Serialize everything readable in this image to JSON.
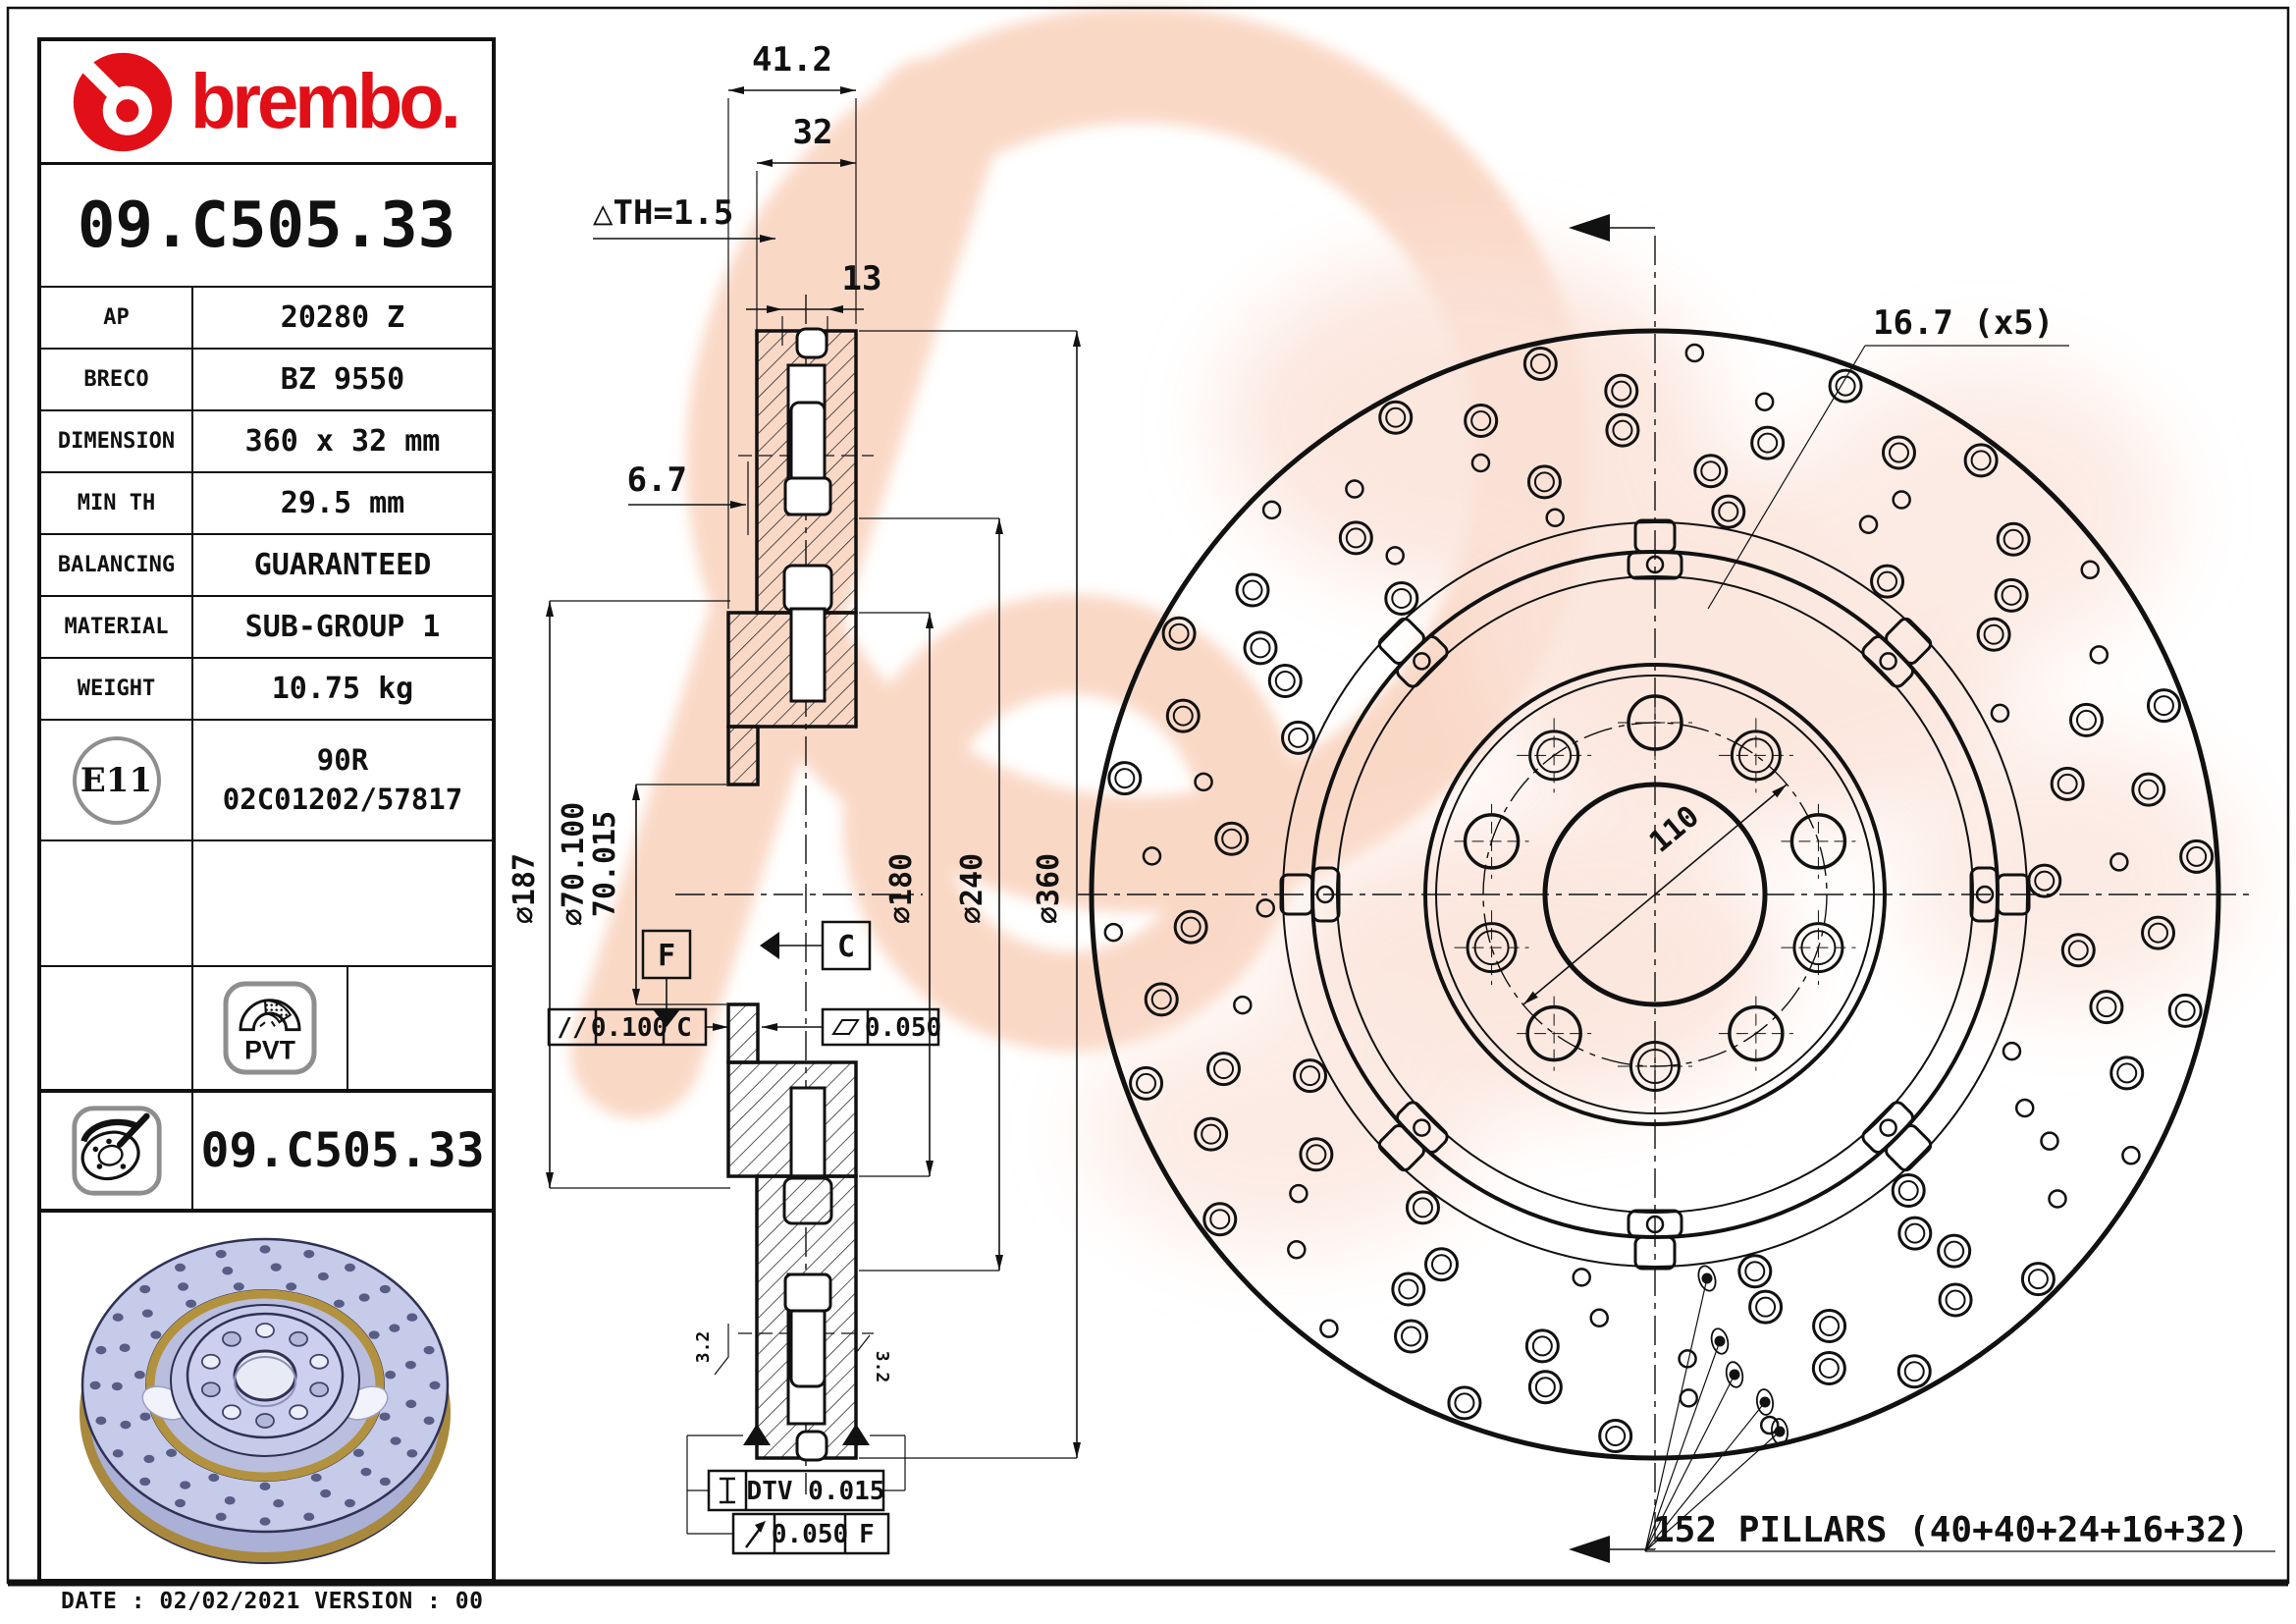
{
  "brand": {
    "wordmark": "brembo.",
    "red": "#e10f17",
    "watermark_peach": "#f9d4c0"
  },
  "title_block": {
    "part_number": "09.C505.33",
    "rows": [
      {
        "label": "AP",
        "value": "20280 Z"
      },
      {
        "label": "BRECO",
        "value": "BZ 9550"
      },
      {
        "label": "DIMENSION",
        "value": "360 x 32 mm"
      },
      {
        "label": "MIN TH",
        "value": "29.5 mm"
      },
      {
        "label": "BALANCING",
        "value": "GUARANTEED"
      },
      {
        "label": "MATERIAL",
        "value": "SUB-GROUP 1"
      },
      {
        "label": "WEIGHT",
        "value": "10.75 kg"
      }
    ],
    "homologation": {
      "mark": "E11",
      "line1": "90R",
      "line2": "02C01202/57817"
    },
    "pvt_label": "PVT",
    "part_number_repeat": "09.C505.33"
  },
  "section_view": {
    "dim_41_2": "41.2",
    "dim_32": "32",
    "dim_th": "△TH=1.5",
    "dim_13": "13",
    "dim_6_7": "6.7",
    "dia_187": "⌀187",
    "dia_70_line1": "⌀70.100",
    "dia_70_line2": "70.015",
    "dia_180": "⌀180",
    "dia_240": "⌀240",
    "dia_360": "⌀360",
    "datum_f": "F",
    "datum_c": "C",
    "parallel_sym": "//",
    "parallel_val": "0.100",
    "parallel_ref": "C",
    "flat_val": "0.050",
    "dtv_label": "DTV 0.015",
    "runout_val": "0.050",
    "runout_ref": "F",
    "finish": "3.2"
  },
  "front_view": {
    "hole_note": "16.7 (x5)",
    "bolt_circle": "110",
    "pillars_note": "152 PILLARS (40+40+24+16+32)"
  },
  "footer": {
    "date_line": "DATE : 02/02/2021 VERSION : 00"
  }
}
